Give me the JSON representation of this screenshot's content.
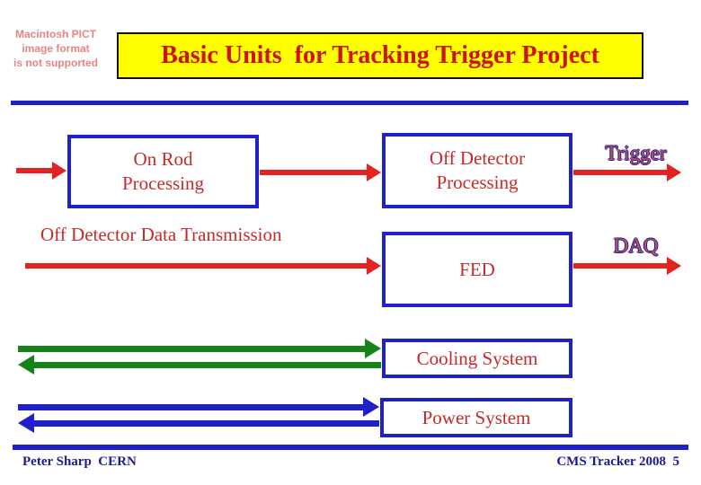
{
  "slide": {
    "pict_notice": [
      "Macintosh PICT",
      "image format",
      "is not supported"
    ],
    "title": "Basic Units  for Tracking Trigger Project",
    "footer": {
      "author": "Peter Sharp  CERN",
      "reference": "CMS Tracker 2008  5"
    }
  },
  "diagram": {
    "boxes": {
      "on_rod": {
        "line1": "On Rod",
        "line2": "Processing"
      },
      "off_detector": {
        "line1": "Off Detector",
        "line2": "Processing"
      },
      "fed": {
        "label": "FED"
      },
      "cooling": {
        "label": "Cooling System"
      },
      "power": {
        "label": "Power System"
      }
    },
    "labels": {
      "trigger": "Trigger",
      "daq": "DAQ",
      "transmission": "Off Detector Data Transmission"
    }
  },
  "colors": {
    "blue": "#2020c8",
    "red": "#e32222",
    "green": "#178217",
    "navy": "#1b1b8e",
    "yellow": "#ffff00",
    "pink": "#e38585",
    "title_red": "#cc1414",
    "red_text": "#c52b2b",
    "label_fill": "#c0515e"
  }
}
